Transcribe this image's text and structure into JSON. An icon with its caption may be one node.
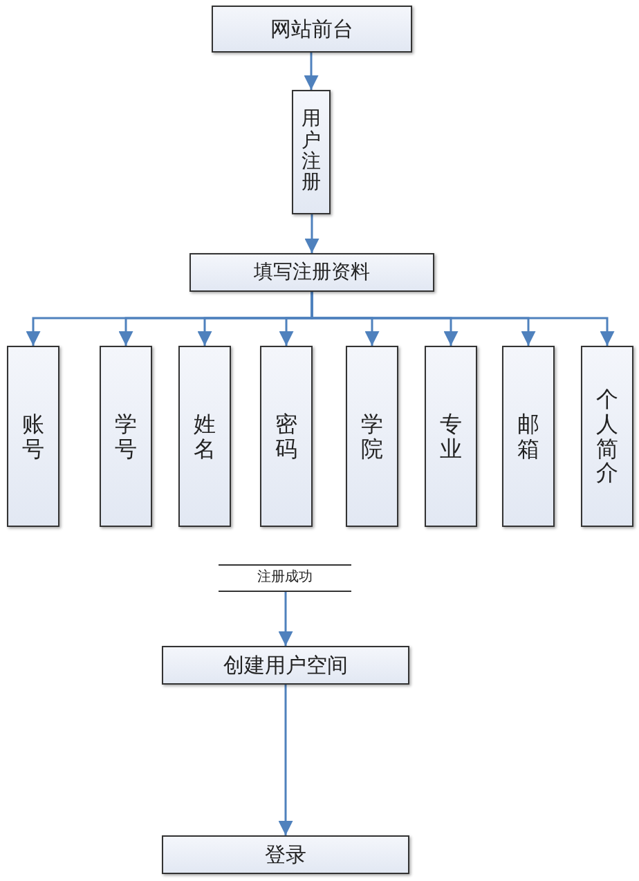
{
  "diagram": {
    "nodes": [
      {
        "text": [
          "网站前台"
        ]
      },
      {
        "text": [
          "用户注册"
        ]
      },
      {
        "text": [
          "填写注册资料"
        ]
      },
      {
        "text": [
          "账号"
        ]
      },
      {
        "text": [
          "学号"
        ]
      },
      {
        "text": [
          "姓名"
        ]
      },
      {
        "text": [
          "密码"
        ]
      },
      {
        "text": [
          "学院"
        ]
      },
      {
        "text": [
          "专业"
        ]
      },
      {
        "text": [
          "邮箱"
        ]
      },
      {
        "text": [
          "个人简介"
        ]
      },
      {
        "text": [
          "注册成功"
        ]
      },
      {
        "text": [
          "创建用户空间"
        ]
      },
      {
        "text": [
          "登录"
        ]
      }
    ],
    "edges": [
      {
        "from": 0,
        "to": 1,
        "arrow": "to"
      },
      {
        "from": 1,
        "to": 2,
        "arrow": "to"
      },
      {
        "from": 2,
        "to": 3,
        "arrow": "to"
      },
      {
        "from": 2,
        "to": 4,
        "arrow": "to"
      },
      {
        "from": 2,
        "to": 5,
        "arrow": "to"
      },
      {
        "from": 2,
        "to": 6,
        "arrow": "to"
      },
      {
        "from": 2,
        "to": 7,
        "arrow": "to"
      },
      {
        "from": 2,
        "to": 8,
        "arrow": "to"
      },
      {
        "from": 2,
        "to": 9,
        "arrow": "to"
      },
      {
        "from": 2,
        "to": 10,
        "arrow": "to"
      },
      {
        "from": 11,
        "to": 12,
        "arrow": "to"
      },
      {
        "from": 12,
        "to": 13,
        "arrow": "to"
      }
    ]
  }
}
